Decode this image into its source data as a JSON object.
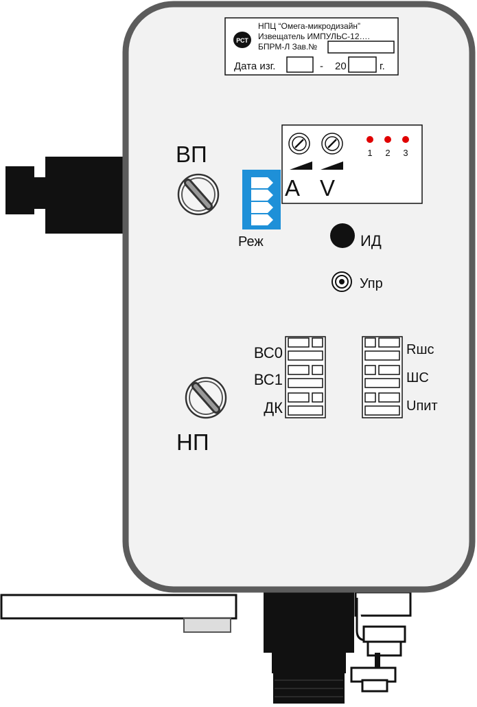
{
  "nameplate": {
    "line1": "НПЦ “Омега-микродизайн”",
    "line2": "Извещатель ИМПУЛЬС-12….",
    "line3_prefix": "БПРМ-Л Зав.№",
    "date_label": "Дата изг.",
    "dash": "-",
    "year_prefix": "20",
    "year_suffix": "г.",
    "cert_mark": "РСТ"
  },
  "controls": {
    "vp_label": "ВП",
    "np_label": "НП",
    "mode_label": "Реж",
    "trim_a_label": "A",
    "trim_v_label": "V",
    "led_labels": [
      "1",
      "2",
      "3"
    ],
    "id_label": "ИД",
    "upr_label": "Упр"
  },
  "terminals": {
    "left": [
      "ВС0",
      "ВС1",
      "ДК"
    ],
    "right": [
      "Rшс",
      "ШС",
      "Uпит"
    ]
  },
  "colors": {
    "body_stroke": "#5c5c5c",
    "body_fill": "#f2f2f2",
    "dip_switch": "#1e90d8",
    "led": "#e00000",
    "connector": "#111111"
  }
}
